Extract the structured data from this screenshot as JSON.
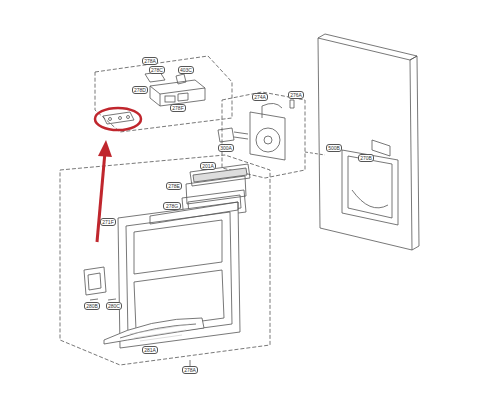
{
  "diagram": {
    "labels": [
      "278A",
      "278C",
      "403C",
      "278D",
      "278F",
      "274A",
      "276A",
      "300A",
      "500B",
      "270B",
      "201A",
      "278E",
      "278G",
      "271F",
      "280B",
      "280C",
      "281A",
      "278A"
    ]
  }
}
